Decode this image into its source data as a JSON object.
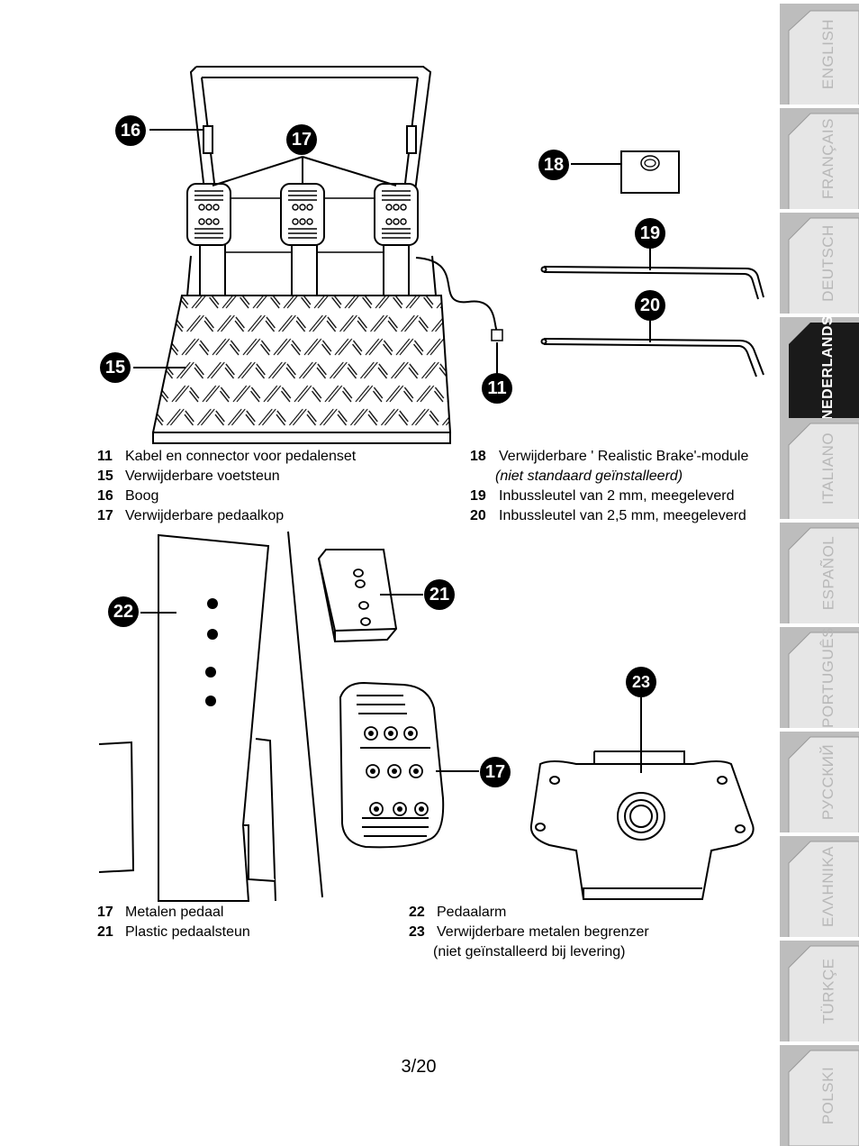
{
  "tabs": [
    {
      "label": "ENGLISH",
      "active": false
    },
    {
      "label": "FRANÇAIS",
      "active": false
    },
    {
      "label": "DEUTSCH",
      "active": false
    },
    {
      "label": "NEDERLANDS",
      "active": true
    },
    {
      "label": "ITALIANO",
      "active": false
    },
    {
      "label": "ESPAÑOL",
      "active": false
    },
    {
      "label": "PORTUGUÊS",
      "active": false
    },
    {
      "label": "РУССКИЙ",
      "active": false
    },
    {
      "label": "ΕΛΛΗΝΙΚΑ",
      "active": false
    },
    {
      "label": "TÜRKÇE",
      "active": false
    },
    {
      "label": "POLSKI",
      "active": false
    }
  ],
  "callouts": {
    "c16": "16",
    "c17": "17",
    "c18": "18",
    "c19": "19",
    "c20": "20",
    "c15": "15",
    "c11": "11",
    "c22": "22",
    "c21": "21",
    "c17b": "17",
    "c23": "23"
  },
  "captions_top_left": [
    {
      "num": "11",
      "text": "Kabel en connector voor pedalenset"
    },
    {
      "num": "15",
      "text": "Verwijderbare voetsteun"
    },
    {
      "num": "16",
      "text": "Boog"
    },
    {
      "num": "17",
      "text": "Verwijderbare pedaalkop"
    }
  ],
  "captions_top_right": [
    {
      "num": "18",
      "text": "Verwijderbare ' Realistic Brake'-module"
    },
    {
      "num": "",
      "text": "(niet standaard geïnstalleerd)"
    },
    {
      "num": "19",
      "text": "Inbussleutel van 2 mm, meegeleverd"
    },
    {
      "num": "20",
      "text": "Inbussleutel van 2,5 mm, meegeleverd"
    }
  ],
  "captions_bottom_left": [
    {
      "num": "17",
      "text": "Metalen pedaal"
    },
    {
      "num": "21",
      "text": "Plastic pedaalsteun"
    }
  ],
  "captions_bottom_right": [
    {
      "num": "22",
      "text": "Pedaalarm"
    },
    {
      "num": "23",
      "text": "Verwijderbare metalen begrenzer"
    },
    {
      "num": "",
      "text": "(niet geïnstalleerd bij levering)"
    }
  ],
  "page_number": "3/20",
  "colors": {
    "tab_inactive": "#e6e6e6",
    "tab_active": "#1a1a1a",
    "tab_border": "#8a8a8a"
  }
}
